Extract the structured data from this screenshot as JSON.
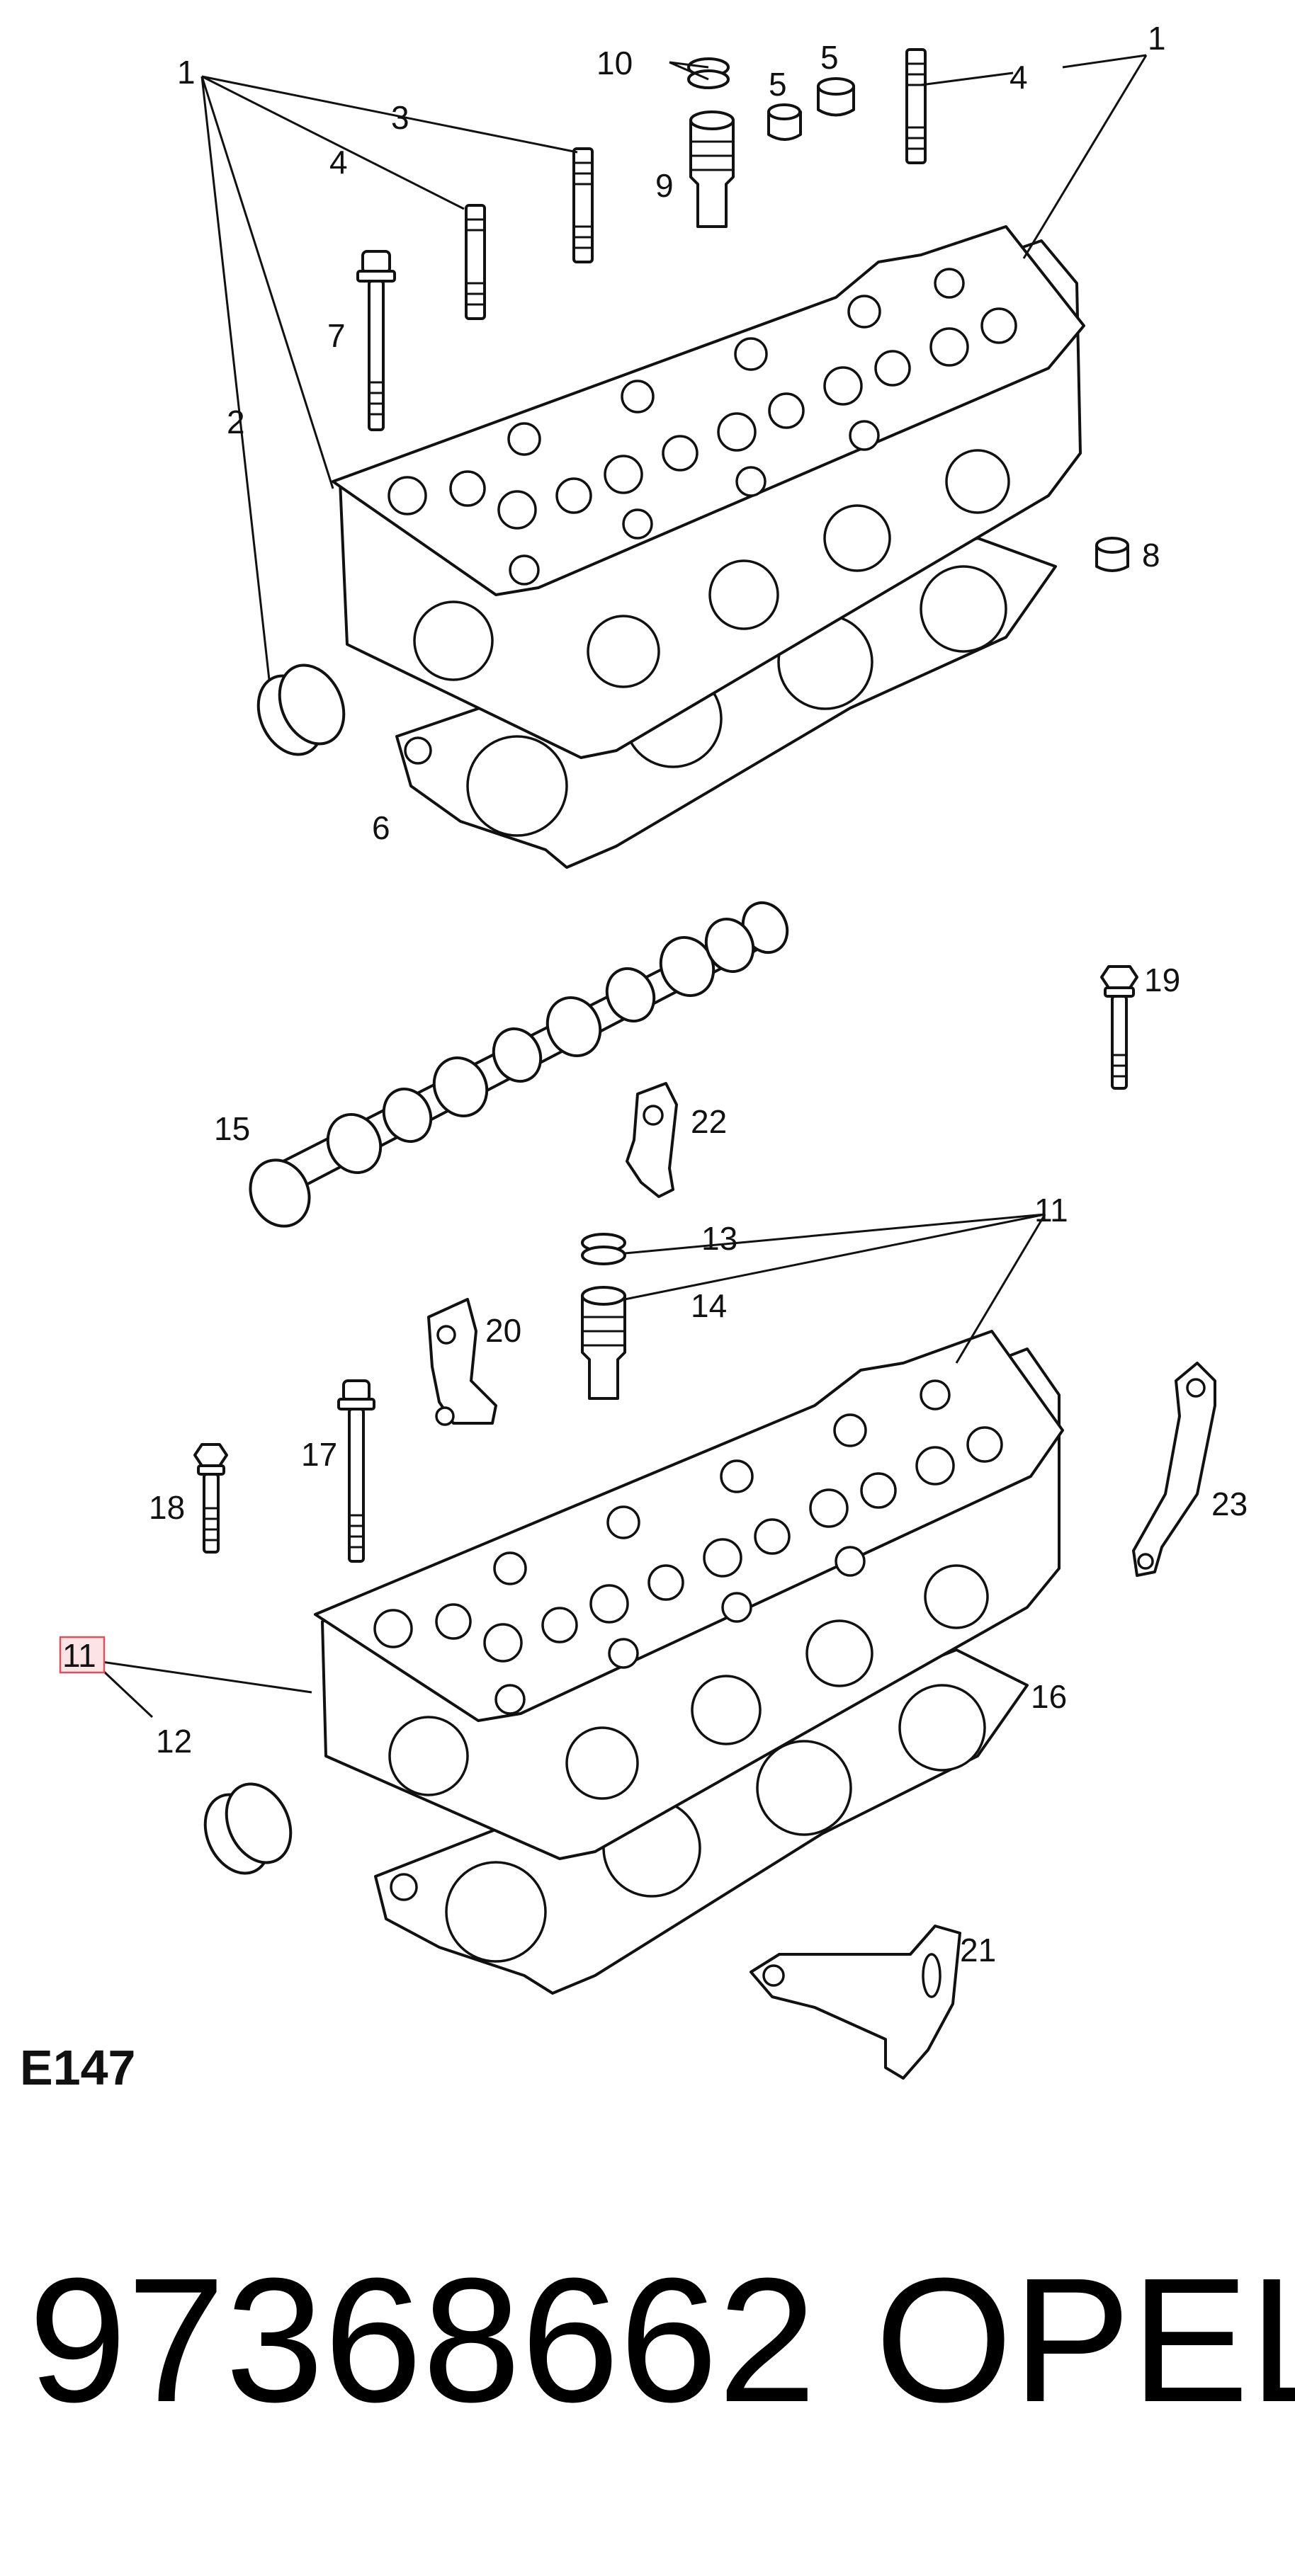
{
  "diagram_code": "E147",
  "part_number": "97368662",
  "brand": "OPEL",
  "callouts": [
    {
      "id": "c1a",
      "label": "1"
    },
    {
      "id": "c1b",
      "label": "1"
    },
    {
      "id": "c2",
      "label": "2"
    },
    {
      "id": "c3",
      "label": "3"
    },
    {
      "id": "c4a",
      "label": "4"
    },
    {
      "id": "c4b",
      "label": "4"
    },
    {
      "id": "c5a",
      "label": "5"
    },
    {
      "id": "c5b",
      "label": "5"
    },
    {
      "id": "c6",
      "label": "6"
    },
    {
      "id": "c7",
      "label": "7"
    },
    {
      "id": "c8",
      "label": "8"
    },
    {
      "id": "c9",
      "label": "9"
    },
    {
      "id": "c10",
      "label": "10"
    },
    {
      "id": "c11a",
      "label": "11"
    },
    {
      "id": "c11b",
      "label": "11",
      "highlighted": true
    },
    {
      "id": "c12",
      "label": "12"
    },
    {
      "id": "c13",
      "label": "13"
    },
    {
      "id": "c14",
      "label": "14"
    },
    {
      "id": "c15",
      "label": "15"
    },
    {
      "id": "c16",
      "label": "16"
    },
    {
      "id": "c17",
      "label": "17"
    },
    {
      "id": "c18",
      "label": "18"
    },
    {
      "id": "c19",
      "label": "19"
    },
    {
      "id": "c20",
      "label": "20"
    },
    {
      "id": "c21",
      "label": "21"
    },
    {
      "id": "c22",
      "label": "22"
    },
    {
      "id": "c23",
      "label": "23"
    }
  ],
  "colors": {
    "line": "#111111",
    "highlight_fill": "#fbe3e6",
    "highlight_stroke": "#e0505a"
  }
}
